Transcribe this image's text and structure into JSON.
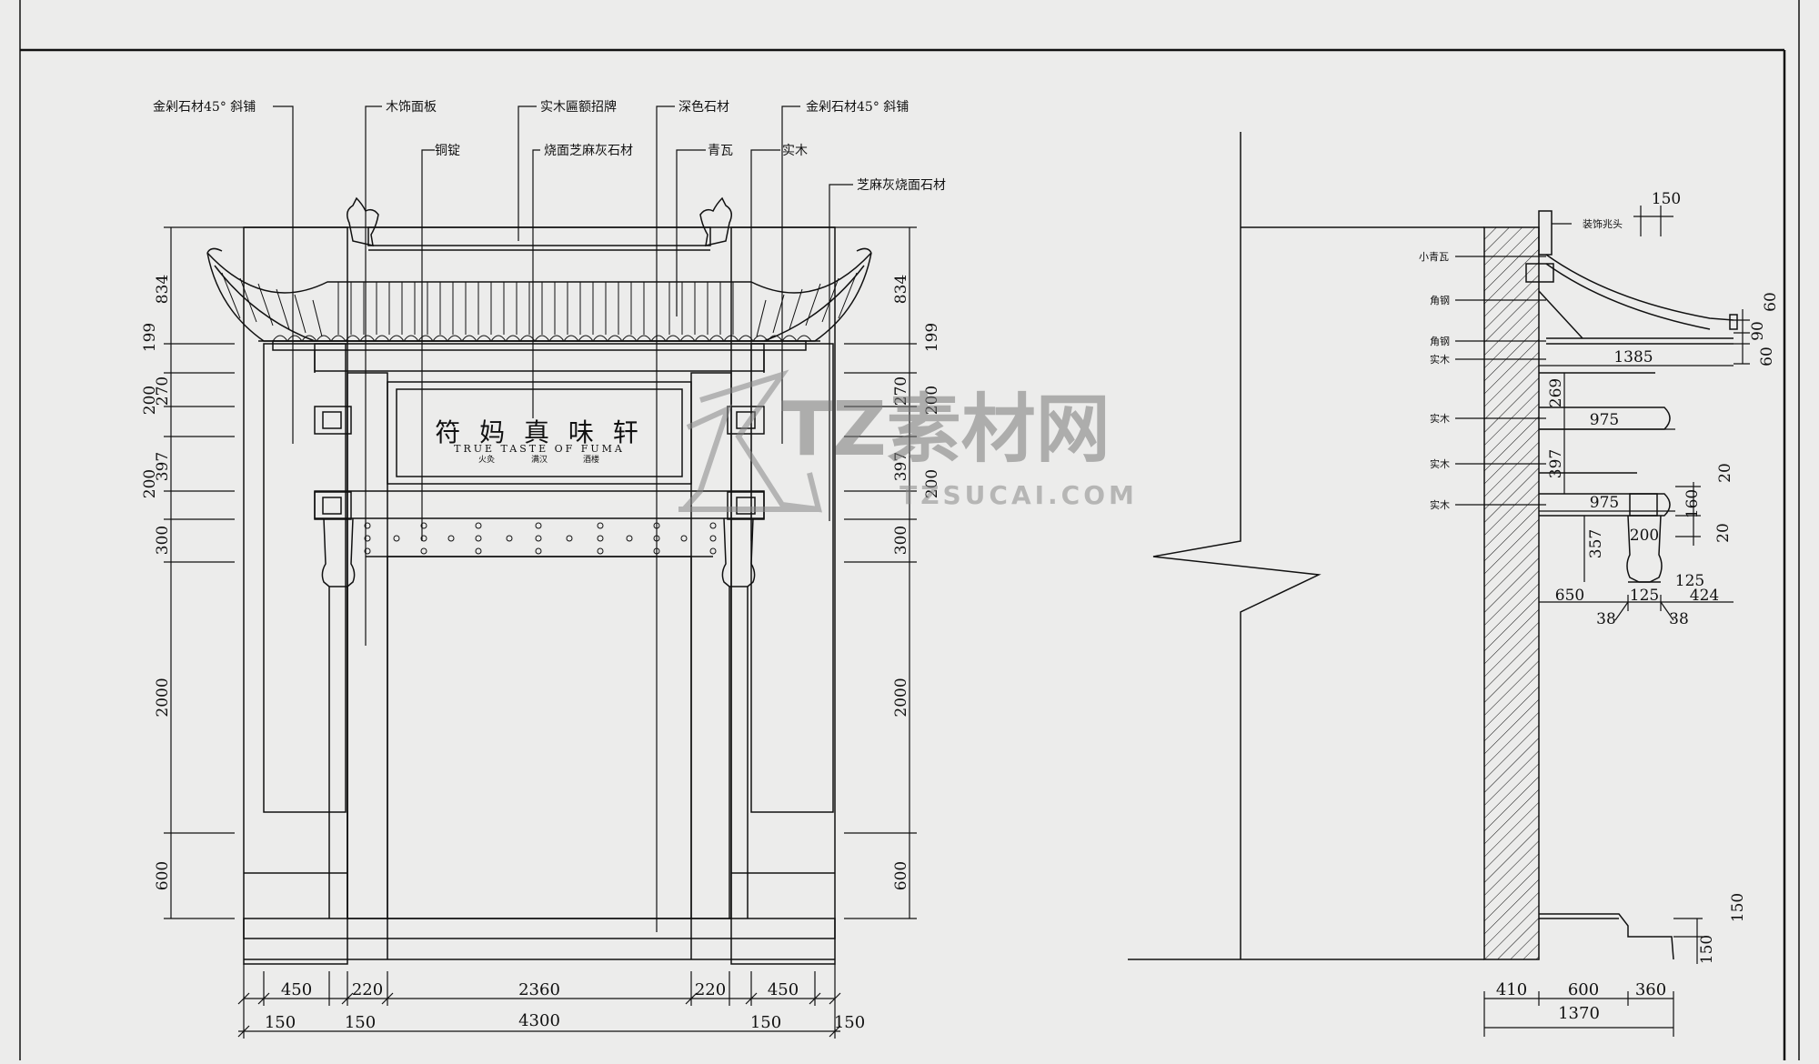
{
  "front_elevation": {
    "callouts": {
      "c1": "金剁石材45° 斜铺",
      "c2": "木饰面板",
      "c3": "实木匾额招牌",
      "c4": "深色石材",
      "c5": "金剁石材45° 斜铺",
      "c6": "铜锭",
      "c7": "烧面芝麻灰石材",
      "c8": "青瓦",
      "c9": "实木",
      "c10": "芝麻灰烧面石材"
    },
    "plaque": {
      "title": "符 妈 真 味 轩",
      "subtitle": "TRUE TASTE OF FUMA",
      "small_1": "火灸",
      "small_2": "满汉",
      "small_3": "酒楼"
    },
    "left_dims": [
      "834",
      "199",
      "270",
      "200",
      "397",
      "200",
      "300",
      "2000",
      "600"
    ],
    "right_dims": [
      "834",
      "199",
      "200",
      "270",
      "397",
      "200",
      "300",
      "2000",
      "600"
    ],
    "bottom_dims": [
      "450",
      "220",
      "2360",
      "220",
      "450"
    ],
    "bottom_small": [
      "150",
      "150",
      "150",
      "150"
    ],
    "total": "4300"
  },
  "side_section": {
    "labels": {
      "l1": "装饰兆头",
      "l2": "小青瓦",
      "l3": "角钢",
      "l4": "角钢",
      "l5": "实木",
      "l6": "实木",
      "l7": "实木",
      "l8": "实木"
    },
    "dims": {
      "d150": "150",
      "d60a": "60",
      "d90": "90",
      "d60b": "60",
      "d1385": "1385",
      "d269": "269",
      "d975a": "975",
      "d397": "397",
      "d20a": "20",
      "d975b": "975",
      "d160": "160",
      "d20b": "20",
      "d200": "200",
      "d357": "357",
      "d125a": "125",
      "d650": "650",
      "d125b": "125",
      "d424": "424",
      "d38a": "38",
      "d38b": "38",
      "d150b": "150",
      "d150c": "150"
    },
    "bottom_dims": [
      "410",
      "600",
      "360"
    ],
    "total": "1370"
  },
  "watermark": {
    "brand": "TZ素材网",
    "url": "TZSUCAI.COM"
  }
}
